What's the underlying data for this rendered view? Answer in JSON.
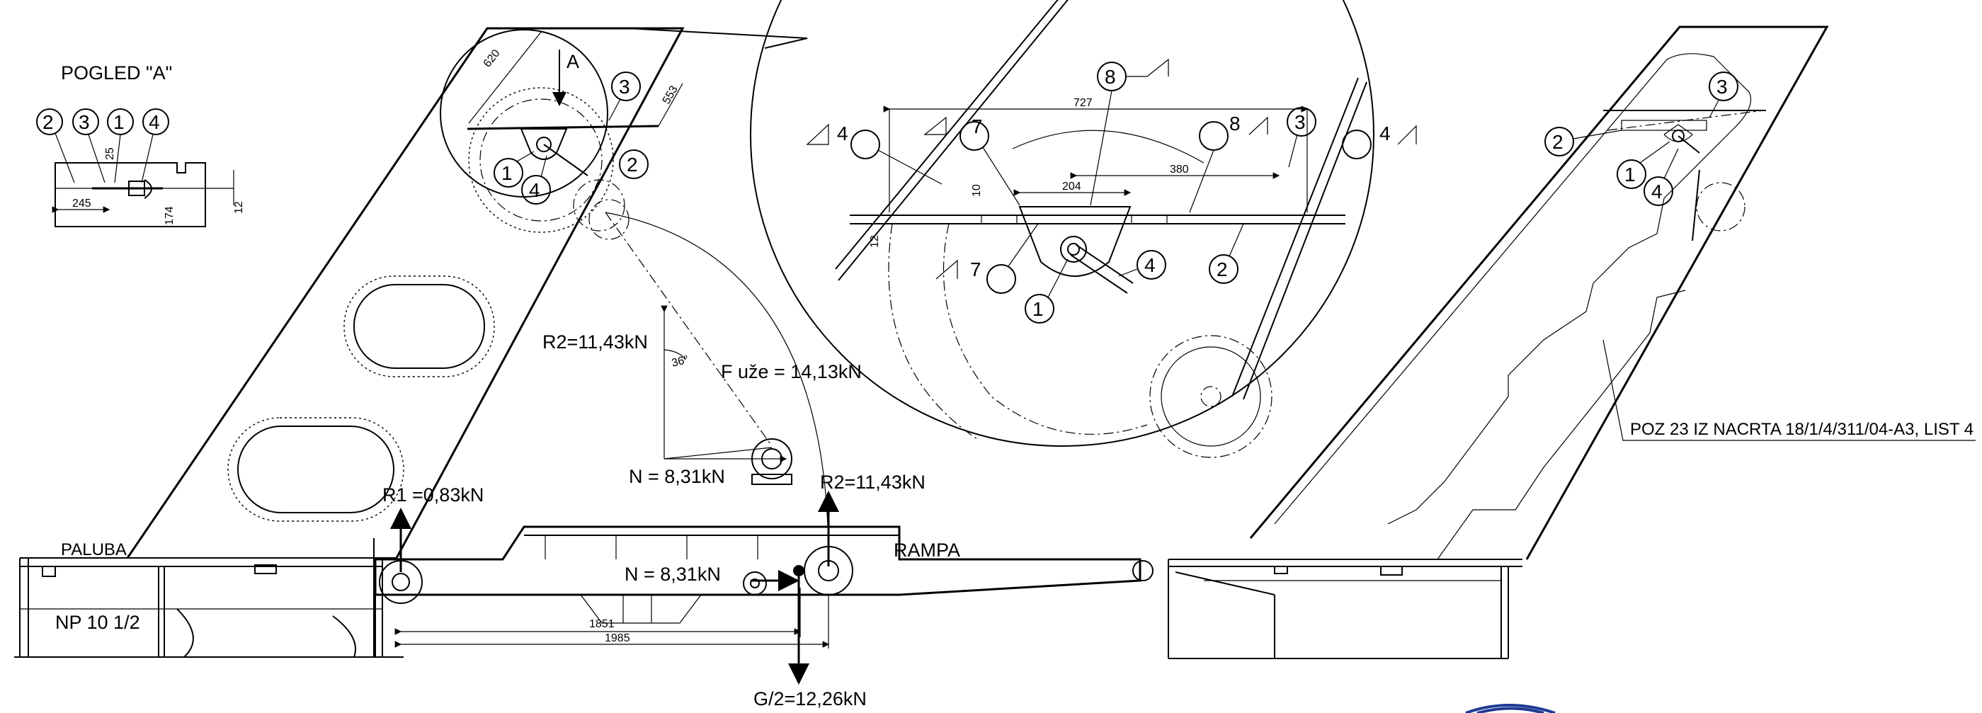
{
  "view_a": {
    "title": "POGLED \"A\"",
    "balloons": [
      "2",
      "3",
      "1",
      "4"
    ],
    "dims": {
      "d245": "245",
      "d25": "25",
      "d174": "174",
      "d12": "12"
    }
  },
  "main_view": {
    "labels": {
      "paluba": "PALUBA",
      "np": "NP 10 1/2",
      "rampa": "RAMPA",
      "arrow_a": "A"
    },
    "forces": {
      "r1": "R1 =0,83kN",
      "r2_top": "R2=11,43kN",
      "r2_right": "R2=11,43kN",
      "f_uze": "F uže = 14,13kN",
      "n_top": "N = 8,31kN",
      "n_bottom": "N = 8,31kN",
      "g2": "G/2=12,26kN",
      "angle": "36°"
    },
    "dims": {
      "d620": "620",
      "d553": "553",
      "d1851": "1851",
      "d1985": "1985"
    },
    "balloons": {
      "b3": "3",
      "b2": "2",
      "b1": "1",
      "b4": "4"
    }
  },
  "detail_view": {
    "dims": {
      "d727": "727",
      "d380": "380",
      "d204": "204",
      "d10": "10",
      "d12": "12"
    },
    "balloons": {
      "b8a": "8",
      "b4l": "4",
      "b7a": "7",
      "b8b": "8",
      "b3": "3",
      "b4r": "4",
      "b4c": "4",
      "b2": "2",
      "b7b": "7",
      "b1": "1"
    }
  },
  "right_view": {
    "balloons": {
      "b3": "3",
      "b2": "2",
      "b1": "1",
      "b4": "4"
    },
    "note": "POZ 23 IZ NACRTA 18/1/4/311/04-A3, LIST 4"
  }
}
